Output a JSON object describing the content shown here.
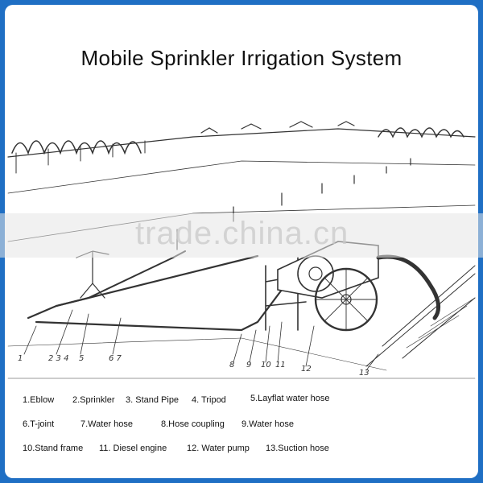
{
  "title": "Mobile  Sprinkler  Irrigation  System",
  "watermark": "trade.china.cn",
  "callouts": [
    "1",
    "2 3 4",
    "5",
    "6 7",
    "8",
    "9",
    "10",
    "11",
    "12",
    "13"
  ],
  "legend": [
    "1.Eblow",
    "2.Sprinkler",
    "3. Stand Pipe",
    "4. Tripod",
    "5.Layflat water hose",
    "6.T-joint",
    "7.Water hose",
    "8.Hose  coupling",
    "9.Water hose",
    "10.Stand  frame",
    "11. Diesel   engine",
    "12. Water pump",
    "13.Suction hose"
  ],
  "colors": {
    "border": "#1f6fc4",
    "ink": "#333333"
  }
}
